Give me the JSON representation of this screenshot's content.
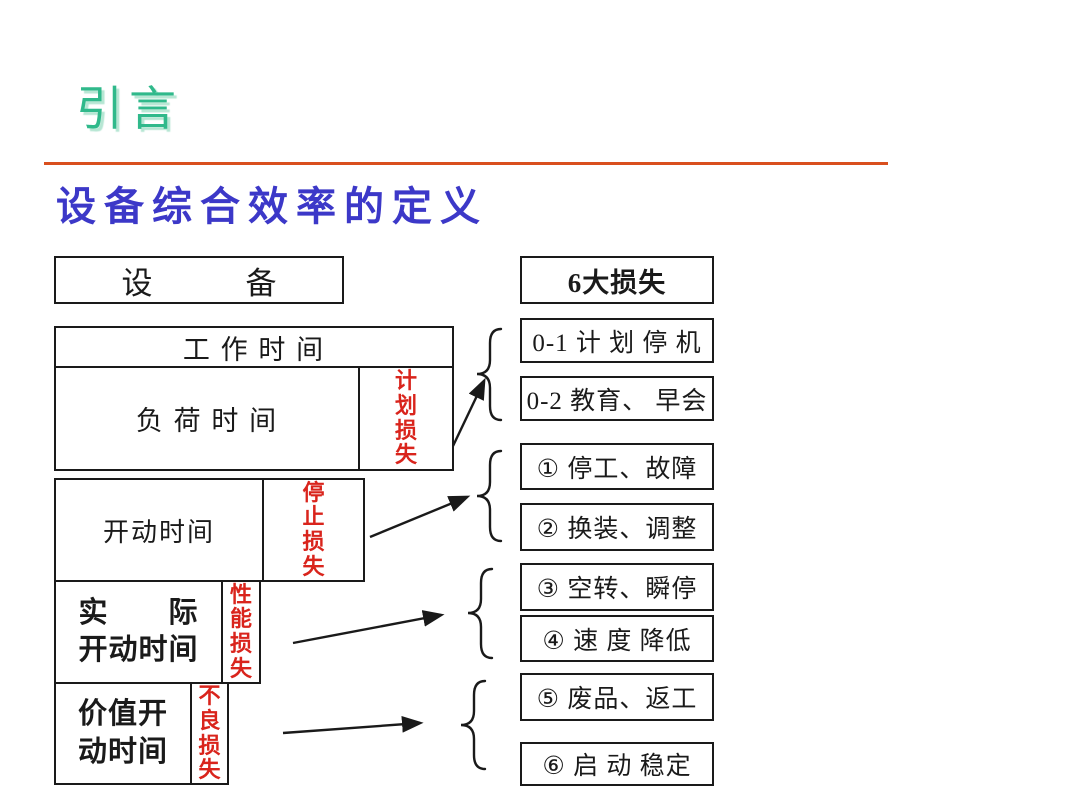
{
  "slide": {
    "title": "引言",
    "subtitle": "设备综合效率的定义"
  },
  "equipment_column": {
    "equipment": "设　　　备",
    "work_time": "工 作 时 间",
    "load_time": "负 荷 时 间",
    "planned_loss": "计划损失",
    "run_time": "开动时间",
    "stop_loss": "停止损失",
    "actual_run_time": "实　　际\n开动时间",
    "performance_loss": "性能损失",
    "value_run_time": "价值开\n动时间",
    "quality_loss": "不良损失"
  },
  "loss_column": {
    "header": "6大损失",
    "items": [
      "0-1 计 划 停 机",
      "0-2 教育、 早会",
      "① 停工、故障",
      "② 换装、调整",
      "③ 空转、瞬停",
      "④ 速 度 降低",
      "⑤ 废品、返工",
      "⑥ 启 动 稳定"
    ]
  },
  "colors": {
    "title_green": "#30b98b",
    "subtitle_blue": "#3c38c8",
    "divider_orange": "#d94f1e",
    "loss_red": "#d9241c",
    "line_black": "#1a1a1a"
  }
}
